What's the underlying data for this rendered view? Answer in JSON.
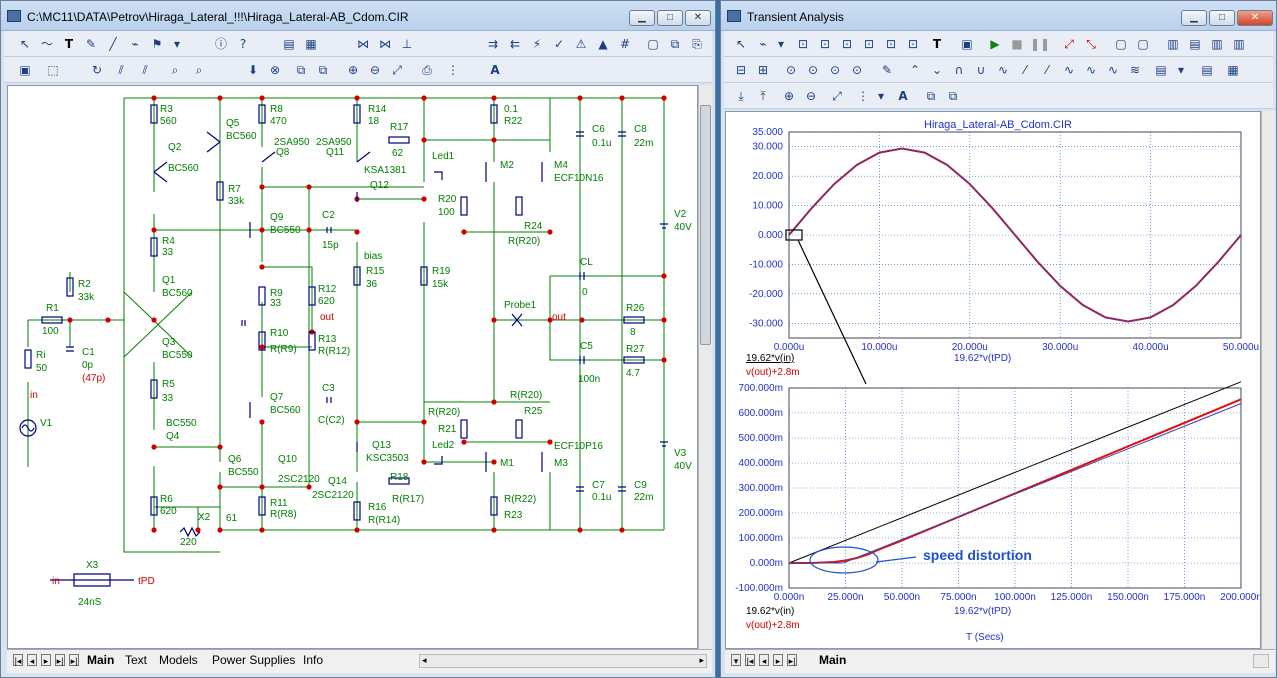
{
  "schematic": {
    "title": "C:\\MC11\\DATA\\Petrov\\Hiraga_Lateral_!!!\\Hiraga_Lateral-AB_Cdom.CIR",
    "tabs": [
      "Main",
      "Text",
      "Models",
      "Power Supplies",
      "Info"
    ],
    "active_tab": "Main",
    "labels": {
      "R3": "R3",
      "R3v": "560",
      "Q5": "Q5",
      "Q5m": "BC560",
      "Q2": "Q2",
      "Q2m": "BC560",
      "R7": "R7",
      "R7v": "33k",
      "R8": "R8",
      "R8v": "470",
      "Q8m": "2SA950",
      "Q8": "Q8",
      "R14": "R14",
      "R14v": "18",
      "Q11m": "2SA950",
      "Q11": "Q11",
      "R17": "R17",
      "R17v": "62",
      "Q12m": "KSA1381",
      "Q12": "Q12",
      "R22v": "0.1",
      "R22": "R22",
      "C6": "C6",
      "C6v": "0.1u",
      "C8": "C8",
      "C8v": "22m",
      "Led1": "Led1",
      "M2": "M2",
      "M4": "M4",
      "M4m": "ECF10N16",
      "R20": "R20",
      "R20v": "100",
      "R24": "R24",
      "R24v": "R(R20)",
      "V2": "V2",
      "V2v": "40V",
      "Q9": "Q9",
      "Q9m": "BC550",
      "C2": "C2",
      "C2v": "15p",
      "R4": "R4",
      "R4v": "33",
      "bias": "bias",
      "R2": "R2",
      "R2v": "33k",
      "R1": "R1",
      "R1v": "100",
      "Q1": "Q1",
      "Q1m": "BC560",
      "R9": "R9",
      "R9v": "33",
      "R12": "R12",
      "R12v": "620",
      "out1": "out",
      "R15": "R15",
      "R15v": "36",
      "R19": "R19",
      "R19v": "15k",
      "CL": "CL",
      "CLv": "0",
      "Probe1": "Probe1",
      "out2": "out",
      "R26": "R26",
      "R26v": "8",
      "Ri": "Ri",
      "Riv": "50",
      "C1": "C1",
      "C1v": "0p",
      "C1n": "(47p)",
      "Q3": "Q3",
      "Q3m": "BC550",
      "R10": "R10",
      "R10v": "R(R9)",
      "R13": "R13",
      "R13v": "R(R12)",
      "C5": "C5",
      "C5v": "100n",
      "R27": "R27",
      "R27v": "4.7",
      "in": "in",
      "R5": "R5",
      "R5v": "33",
      "C3": "C3",
      "C3v": "C(C2)",
      "Q7": "Q7",
      "Q7m": "BC560",
      "R20b": "R(R20)",
      "R25": "R25",
      "V1": "V1",
      "Q4m": "BC550",
      "Q4": "Q4",
      "R21v": "R(R20)",
      "R21": "R21",
      "Q13": "Q13",
      "Q13m": "KSC3503",
      "Led2": "Led2",
      "M1": "M1",
      "M3": "M3",
      "M3m": "ECF10P16",
      "V3": "V3",
      "V3v": "40V",
      "Q6": "Q6",
      "Q6m": "BC550",
      "Q10": "Q10",
      "Q10m": "2SC2120",
      "Q14": "Q14",
      "Q14m": "2SC2120",
      "R18": "R18",
      "R18v": "R(R17)",
      "C7": "C7",
      "C7v": "0.1u",
      "C9": "C9",
      "C9v": "22m",
      "R6": "R6",
      "R6v": "620",
      "X2": "X2",
      "X2v": "61",
      "X2b": "220",
      "R11": "R11",
      "R11v": "R(R8)",
      "R16": "R16",
      "R16v": "R(R14)",
      "R22b": "R(R22)",
      "R23": "R23",
      "X3": "X3",
      "X3v": "24nS",
      "X3in": "in",
      "X3out": "tPD"
    }
  },
  "analysis": {
    "title": "Transient Analysis",
    "plot_title": "Hiraga_Lateral-AB_Cdom.CIR",
    "tabs": [
      "Main"
    ],
    "active_tab": "Main",
    "annotation": "speed distortion",
    "top_xlabel_1": "19.62*v(in)",
    "top_xlabel_2": "v(out)+2.8m",
    "top_xlabel_3": "19.62*v(tPD)",
    "bot_xlabel_1": "19.62*v(in)",
    "bot_xlabel_2": "v(out)+2.8m",
    "bot_xlabel_3": "19.62*v(tPD)",
    "bot_taxis": "T (Secs)"
  },
  "chart_data": [
    {
      "type": "line",
      "title": "Hiraga_Lateral-AB_Cdom.CIR",
      "x_ticks": [
        "0.000u",
        "10.000u",
        "20.000u",
        "30.000u",
        "40.000u",
        "50.000u"
      ],
      "y_ticks": [
        "35.000",
        "30.000",
        "20.000",
        "10.000",
        "0.000",
        "-10.000",
        "-20.000",
        "-30.000"
      ],
      "xlim": [
        0,
        50
      ],
      "ylim": [
        -35,
        35
      ],
      "series": [
        {
          "name": "19.62*v(in)",
          "color": "#000000",
          "x": [
            0,
            2.5,
            5,
            7.5,
            10,
            12.5,
            15,
            17.5,
            20,
            22.5,
            25,
            27.5,
            30,
            32.5,
            35,
            37.5,
            40,
            42.5,
            45,
            47.5,
            50
          ],
          "y": [
            0,
            9.1,
            17.3,
            23.8,
            28,
            29.4,
            28,
            23.8,
            17.3,
            9.1,
            0,
            -9.1,
            -17.3,
            -23.8,
            -28,
            -29.4,
            -28,
            -23.8,
            -17.3,
            -9.1,
            0
          ]
        },
        {
          "name": "v(out)+2.8m",
          "color": "#e01010",
          "x": [
            0,
            2.5,
            5,
            7.5,
            10,
            12.5,
            15,
            17.5,
            20,
            22.5,
            25,
            27.5,
            30,
            32.5,
            35,
            37.5,
            40,
            42.5,
            45,
            47.5,
            50
          ],
          "y": [
            0,
            9.1,
            17.3,
            23.8,
            28,
            29.4,
            28,
            23.8,
            17.3,
            9.1,
            0,
            -9.1,
            -17.3,
            -23.8,
            -28,
            -29.4,
            -28,
            -23.8,
            -17.3,
            -9.1,
            0
          ]
        },
        {
          "name": "19.62*v(tPD)",
          "color": "#4040b0",
          "x": [
            0,
            2.5,
            5,
            7.5,
            10,
            12.5,
            15,
            17.5,
            20,
            22.5,
            25,
            27.5,
            30,
            32.5,
            35,
            37.5,
            40,
            42.5,
            45,
            47.5,
            50
          ],
          "y": [
            0,
            9.1,
            17.3,
            23.8,
            28,
            29.4,
            28,
            23.8,
            17.3,
            9.1,
            0,
            -9.1,
            -17.3,
            -23.8,
            -28,
            -29.4,
            -28,
            -23.8,
            -17.3,
            -9.1,
            0
          ]
        }
      ]
    },
    {
      "type": "line",
      "x_ticks": [
        "0.000n",
        "25.000n",
        "50.000n",
        "75.000n",
        "100.000n",
        "125.000n",
        "150.000n",
        "175.000n",
        "200.000n"
      ],
      "y_ticks": [
        "700.000m",
        "600.000m",
        "500.000m",
        "400.000m",
        "300.000m",
        "200.000m",
        "100.000m",
        "0.000m",
        "-100.000m"
      ],
      "xlim": [
        0,
        200
      ],
      "ylim": [
        -100,
        700
      ],
      "xlabel": "T (Secs)",
      "series": [
        {
          "name": "19.62*v(in)",
          "color": "#000000",
          "x": [
            0,
            200
          ],
          "y": [
            0,
            725
          ]
        },
        {
          "name": "v(out)+2.8m",
          "color": "#e01010",
          "x": [
            0,
            10,
            20,
            25,
            30,
            35,
            40,
            50,
            200
          ],
          "y": [
            0,
            0,
            4,
            10,
            20,
            35,
            55,
            90,
            655
          ]
        },
        {
          "name": "19.62*v(tPD)",
          "color": "#4040b0",
          "x": [
            0,
            24,
            200
          ],
          "y": [
            0,
            0,
            638
          ]
        }
      ]
    }
  ]
}
